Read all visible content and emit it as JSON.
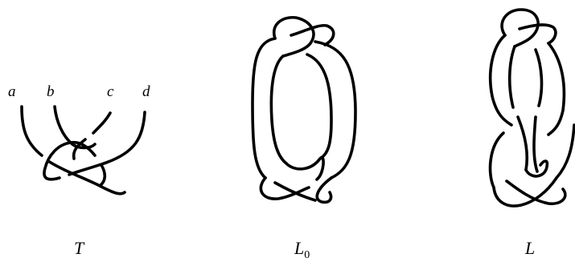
{
  "tangle": {
    "endpoint_labels": [
      "a",
      "b",
      "c",
      "d"
    ],
    "caption": "T"
  },
  "link_l0": {
    "caption_main": "L",
    "caption_subscript": "0"
  },
  "link_l": {
    "caption": "L"
  }
}
